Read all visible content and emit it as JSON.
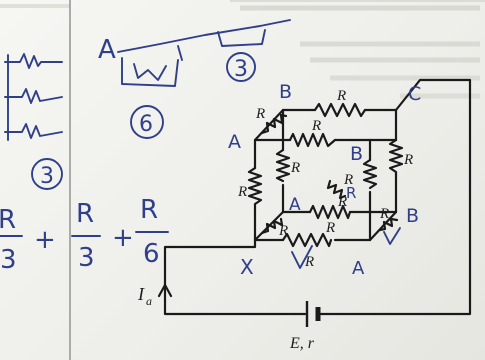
{
  "circuit": {
    "resistor_label": "R",
    "current_label": "I",
    "current_subscript": "a",
    "source_label": "E, r"
  },
  "annotations": {
    "corner_top": "B",
    "corner_top_right": "C",
    "corner_left": "A",
    "mid_right": "B",
    "inner_left": "A",
    "inner_right": "R",
    "bottom_right_letter": "B",
    "bottom_left_mark": "X",
    "bottom_right_mark": "A",
    "top_letter": "A",
    "circled_top": "3",
    "circled_middle": "6",
    "circled_left": "3",
    "fraction_1_numerator": "R",
    "fraction_1_denominator": "3",
    "fraction_2_numerator": "R",
    "fraction_2_denominator": "3",
    "fraction_3_numerator": "R",
    "fraction_3_denominator": "6",
    "plus_sign": "+"
  }
}
